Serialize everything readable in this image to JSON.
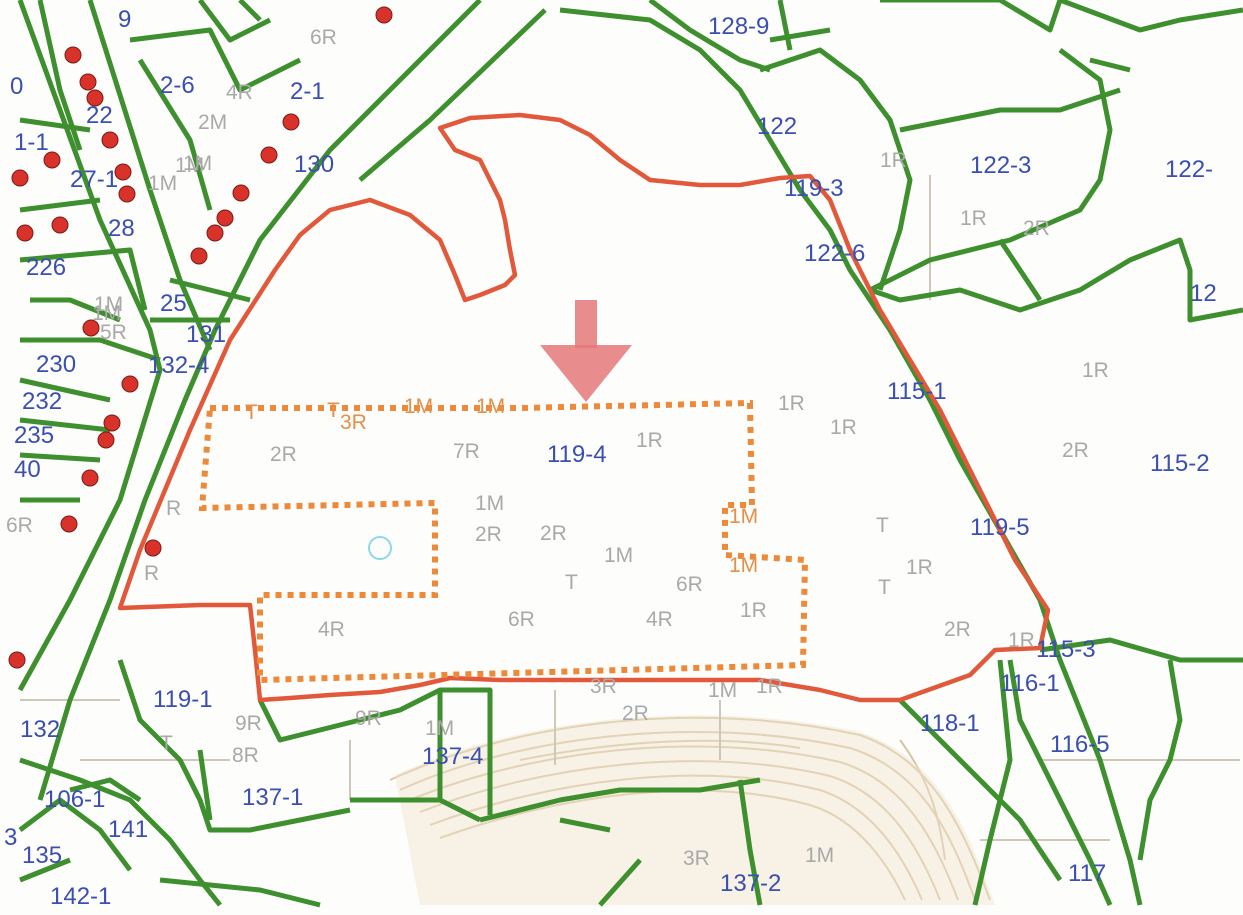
{
  "colors": {
    "parcel_line": "#3e8f2e",
    "site_boundary": "#e2583a",
    "study_area": "#ec8a3a",
    "parcel_label": "#3a4fb0",
    "zone_label": "#a9a9a9",
    "marker": "#d8322b",
    "arrow": "#e5787a",
    "terrain": "#d9c6a4"
  },
  "icons": {
    "arrow": "down-arrow-icon",
    "marker": "red-dot-marker",
    "point": "cyan-circle-marker"
  },
  "parcels": [
    "9",
    "2-6",
    "2-1",
    "22",
    "1-1",
    "27-1",
    "28",
    "226",
    "25",
    "130",
    "131",
    "132-4",
    "230",
    "232",
    "235",
    "40",
    "128-9",
    "122",
    "119-3",
    "122-3",
    "122-",
    "122-6",
    "12",
    "115-1",
    "115-2",
    "119-5",
    "115-3",
    "116-1",
    "116-5",
    "118-1",
    "117",
    "119-4",
    "119-1",
    "132",
    "137-4",
    "137-1",
    "106-1",
    "141",
    "135",
    "137-2",
    "3",
    "142-1",
    "0"
  ],
  "zones": [
    "6R",
    "4R",
    "2M",
    "1M",
    "1M",
    "1R",
    "1R",
    "2R",
    "1R",
    "2R",
    "1R",
    "1R",
    "T",
    "T",
    "2R",
    "7R",
    "1R",
    "1M",
    "2R",
    "2R",
    "1M",
    "T",
    "6R",
    "1R",
    "1M",
    "1R",
    "1R",
    "4R",
    "6R",
    "4R",
    "1R",
    "2R",
    "9R",
    "8R",
    "9R",
    "1M",
    "T",
    "3R",
    "2R",
    "1M",
    "1M",
    "3R",
    "1M",
    "1M",
    "R",
    "R",
    "5R",
    "6R"
  ],
  "zones_orange": [
    "T",
    "T",
    "3R",
    "1M",
    "1M",
    "1M",
    "1M"
  ]
}
